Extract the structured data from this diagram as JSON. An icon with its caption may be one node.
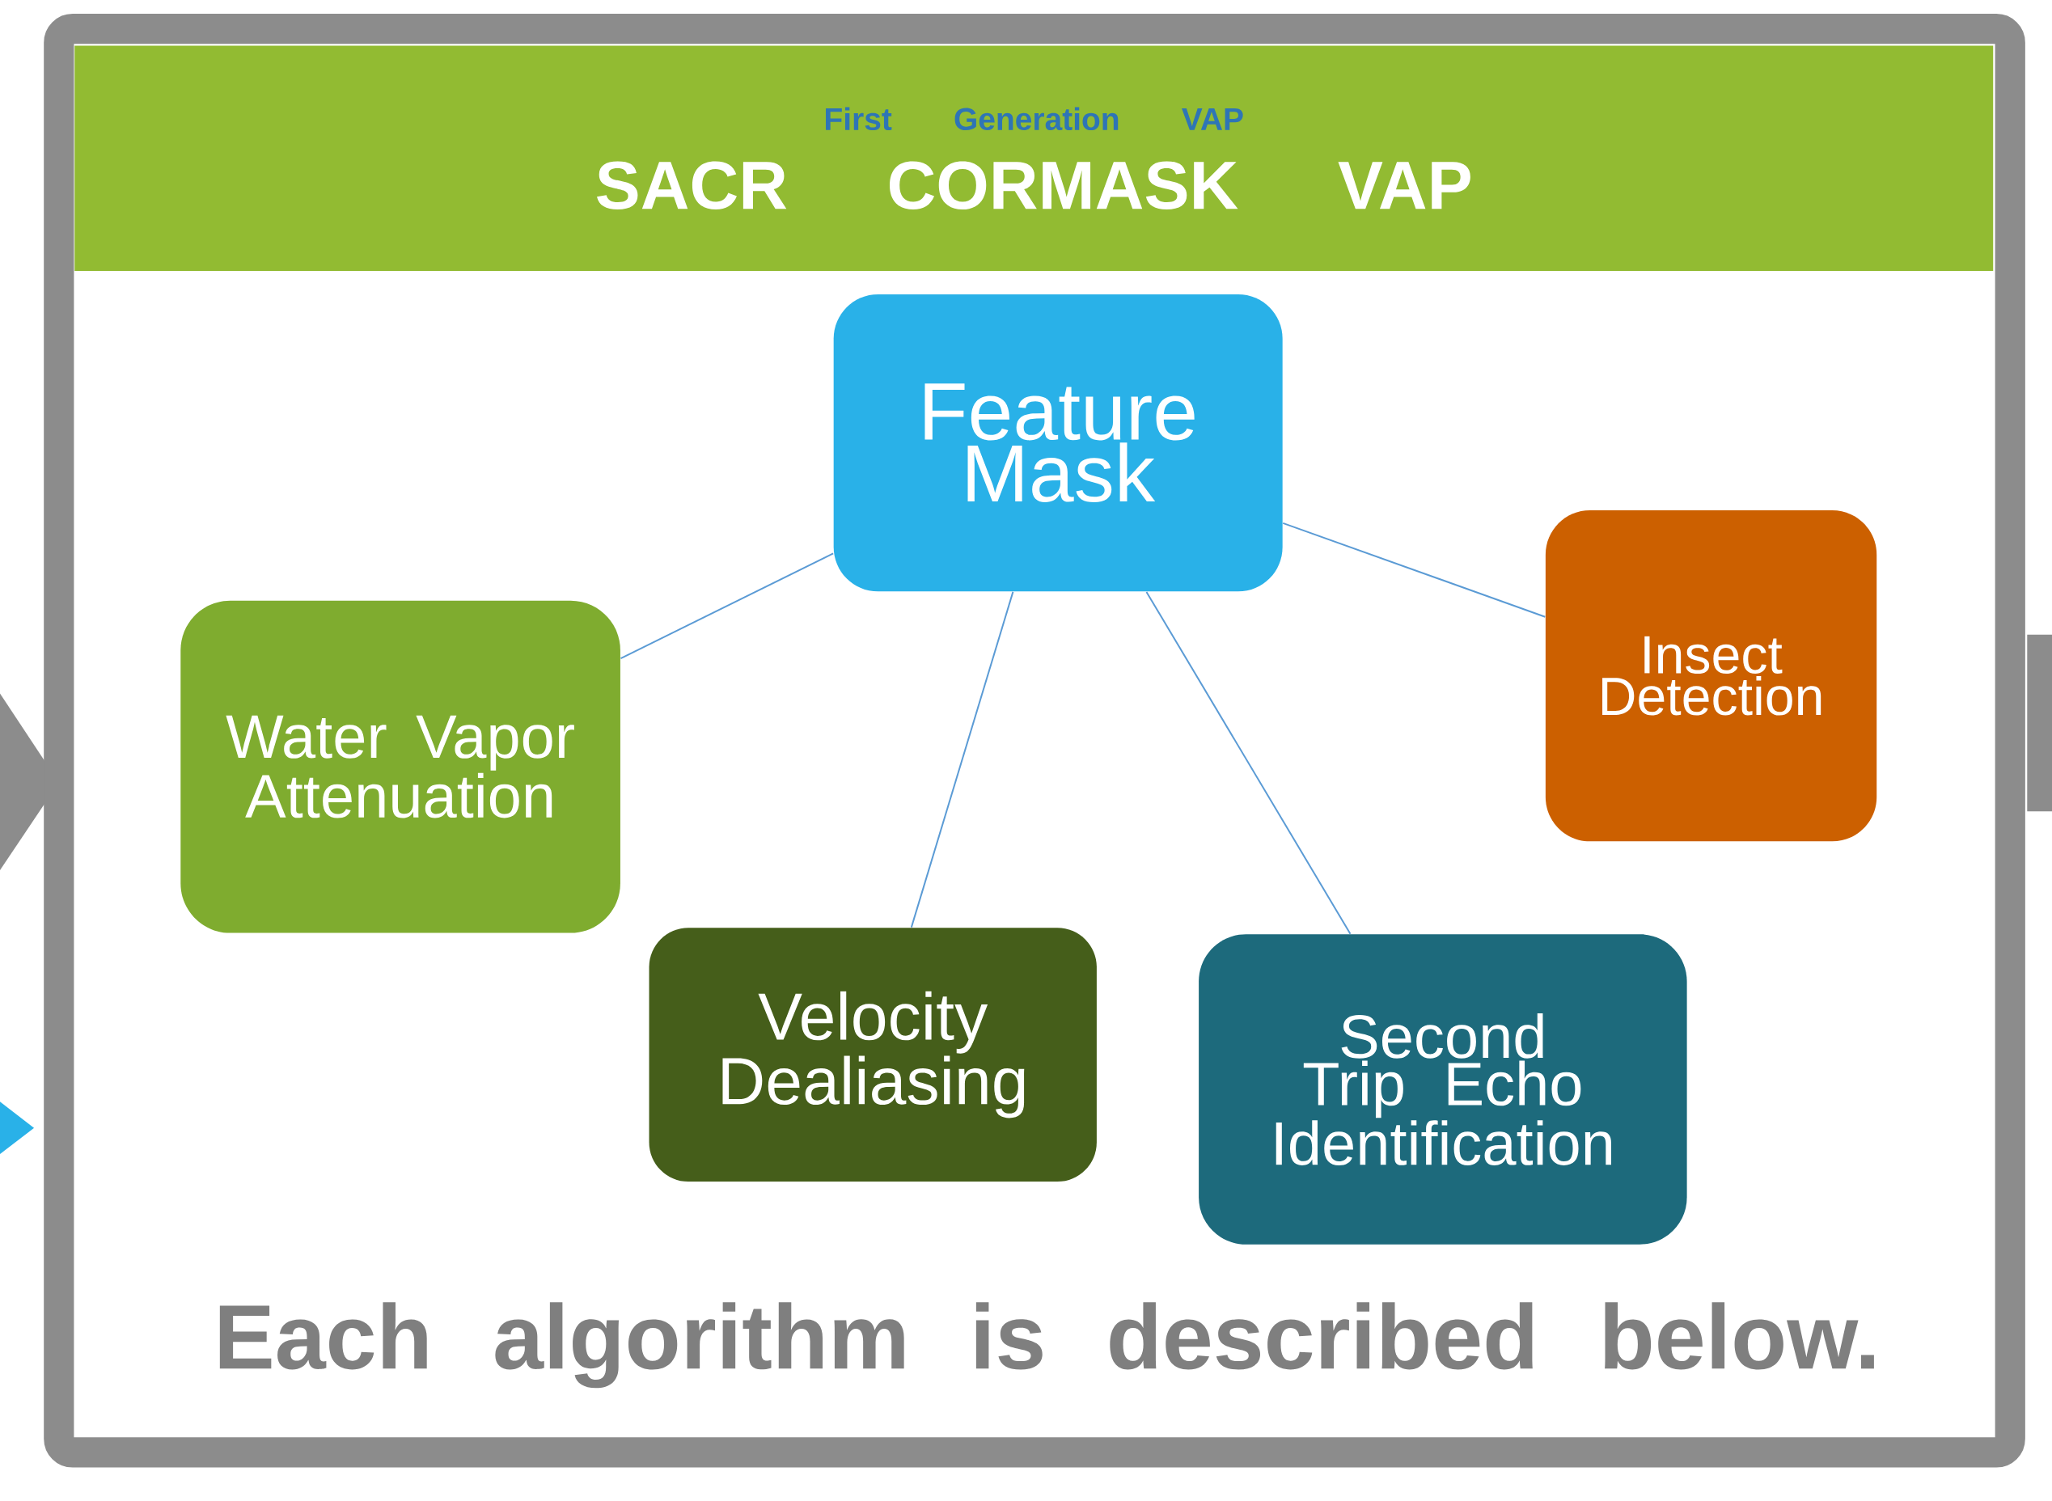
{
  "diagram": {
    "nodes": [
      {
        "text": [
          "First Generation VAP",
          "SACR CORMASK VAP"
        ]
      },
      {
        "text": [
          "Feature Mask"
        ]
      },
      {
        "text": [
          "Water Vapor Attenuation"
        ]
      },
      {
        "text": [
          "Velocity Dealiasing"
        ]
      },
      {
        "text": [
          "Second Trip Echo Identification"
        ]
      },
      {
        "text": [
          "Insect Detection"
        ]
      }
    ],
    "edges": [
      {
        "from": 1,
        "to": 2,
        "arrow": "none"
      },
      {
        "from": 1,
        "to": 3,
        "arrow": "none"
      },
      {
        "from": 1,
        "to": 4,
        "arrow": "none"
      },
      {
        "from": 1,
        "to": 5,
        "arrow": "none"
      }
    ],
    "labels": [
      "Each algorithm is described below."
    ]
  }
}
